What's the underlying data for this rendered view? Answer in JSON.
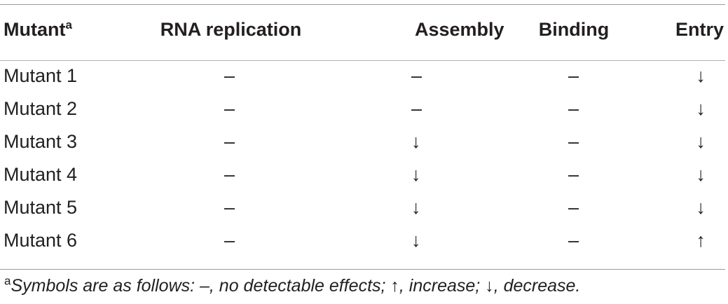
{
  "table": {
    "headers": {
      "mutant": "Mutant",
      "mutant_mark": "a",
      "rna": "RNA replication",
      "assembly": "Assembly",
      "binding": "Binding",
      "entry": "Entry"
    },
    "rows": [
      {
        "mutant": "Mutant 1",
        "rna": "–",
        "assembly": "–",
        "binding": "–",
        "entry": "↓"
      },
      {
        "mutant": "Mutant 2",
        "rna": "–",
        "assembly": "–",
        "binding": "–",
        "entry": "↓"
      },
      {
        "mutant": "Mutant 3",
        "rna": "–",
        "assembly": "↓",
        "binding": "–",
        "entry": "↓"
      },
      {
        "mutant": "Mutant 4",
        "rna": "–",
        "assembly": "↓",
        "binding": "–",
        "entry": "↓"
      },
      {
        "mutant": "Mutant 5",
        "rna": "–",
        "assembly": "↓",
        "binding": "–",
        "entry": "↓"
      },
      {
        "mutant": "Mutant 6",
        "rna": "–",
        "assembly": "↓",
        "binding": "–",
        "entry": "↑"
      }
    ]
  },
  "footnote": {
    "mark": "a",
    "text": "Symbols are as follows: –, no detectable effects; ↑, increase; ↓, decrease."
  }
}
